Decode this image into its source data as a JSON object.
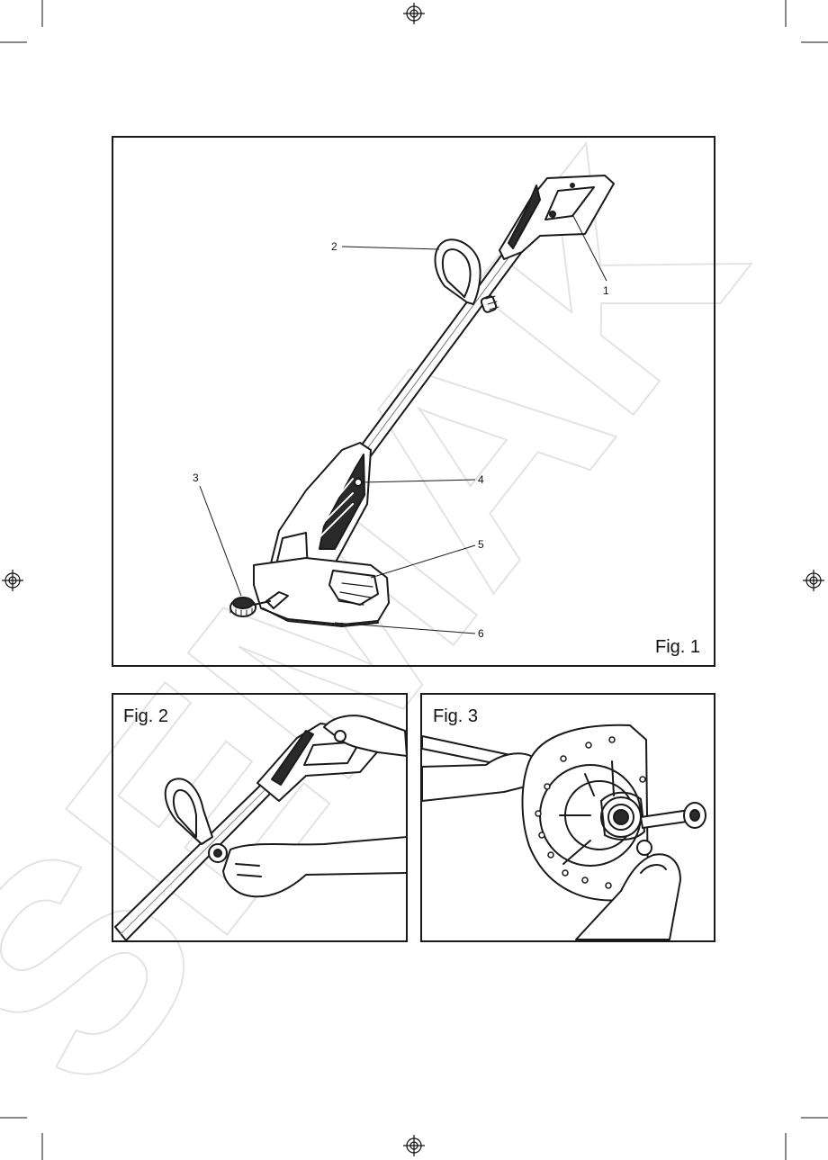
{
  "watermark": {
    "text": "SEMAK",
    "color": "#ececec"
  },
  "figures": {
    "fig1": {
      "label": "Fig. 1"
    },
    "fig2": {
      "label": "Fig. 2"
    },
    "fig3": {
      "label": "Fig. 3"
    }
  },
  "callouts": [
    "1",
    "2",
    "3",
    "4",
    "5",
    "6"
  ],
  "colors": {
    "line": "#1a1a1a",
    "fill_dark": "#2a2a2a",
    "fill_mid": "#8a8a8a",
    "fill_light": "#d9d9d9"
  }
}
